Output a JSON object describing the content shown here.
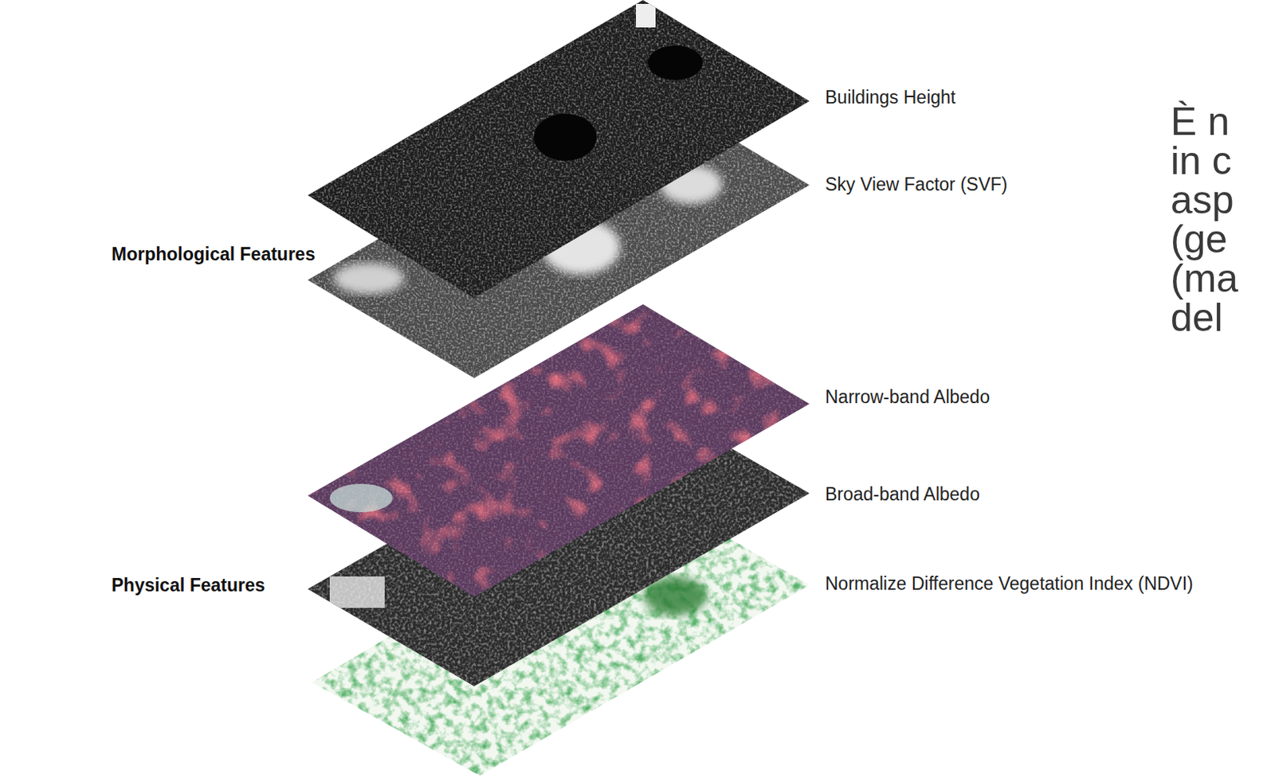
{
  "diagram": {
    "labels": [
      "Buildings Height",
      "Sky View Factor (SVF)",
      "Morphological Features",
      "Narrow-band Albedo",
      "Broad-band Albedo",
      "Physical Features",
      "Normalize Difference Vegetation Index (NDVI)",
      "È n",
      "in c",
      "asp",
      "(ge",
      "(ma",
      "del"
    ]
  }
}
